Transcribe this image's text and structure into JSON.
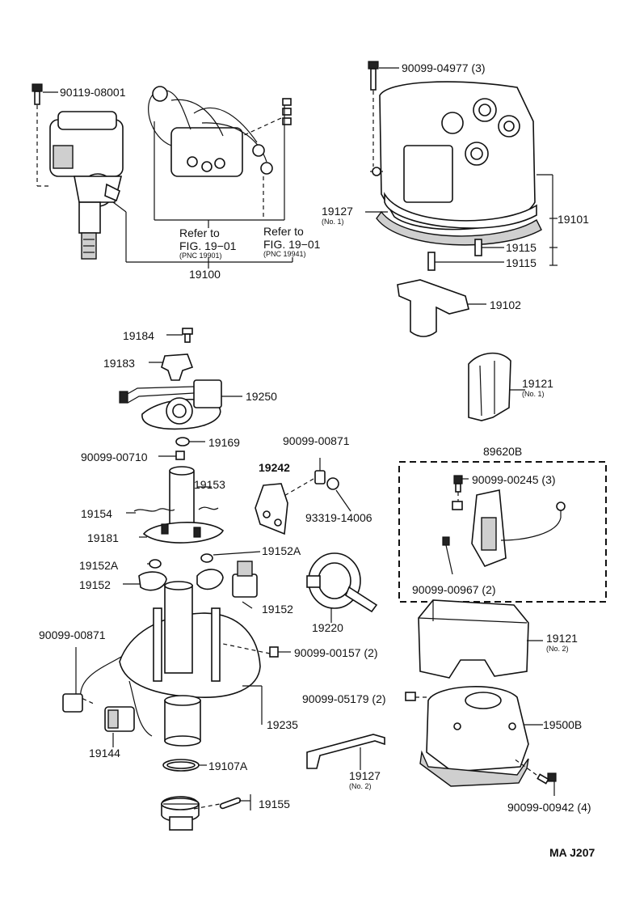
{
  "diagram": {
    "labels": {
      "p90119_08001": "90119-08001",
      "p90099_04977": "90099-04977 (3)",
      "p19127_1": "19127",
      "p19127_1_note": "(No. 1)",
      "p19101": "19101",
      "p19115_a": "19115",
      "p19115_b": "19115",
      "refer_a_1": "Refer to",
      "refer_a_2": "FIG. 19−01",
      "refer_a_pnc": "(PNC 19901)",
      "refer_b_1": "Refer to",
      "refer_b_2": "FIG. 19−01",
      "refer_b_pnc": "(PNC 19941)",
      "p19100": "19100",
      "p19102": "19102",
      "p19184": "19184",
      "p19183": "19183",
      "p19250": "19250",
      "p19121_1": "19121",
      "p19121_1_note": "(No. 1)",
      "p19169": "19169",
      "p90099_00710": "90099-00710",
      "p90099_00871_a": "90099-00871",
      "p89620B": "89620B",
      "p19242": "19242",
      "p19153": "19153",
      "p90099_00245": "90099-00245 (3)",
      "p19154": "19154",
      "p93319_14006": "93319-14006",
      "p19181": "19181",
      "p19152A_r": "19152A",
      "p19152A_l": "19152A",
      "p19152_l": "19152",
      "p19152_r": "19152",
      "p90099_00967": "90099-00967 (2)",
      "p19220": "19220",
      "p90099_00871_b": "90099-00871",
      "p19121_2": "19121",
      "p19121_2_note": "(No. 2)",
      "p90099_00157": "90099-00157 (2)",
      "p90099_05179": "90099-05179 (2)",
      "p19144": "19144",
      "p19235": "19235",
      "p19500B": "19500B",
      "p19107A": "19107A",
      "p19127_2": "19127",
      "p19127_2_note": "(No. 2)",
      "p19155": "19155",
      "p90099_00942": "90099-00942 (4)",
      "footer_code": "MA  J207"
    }
  }
}
